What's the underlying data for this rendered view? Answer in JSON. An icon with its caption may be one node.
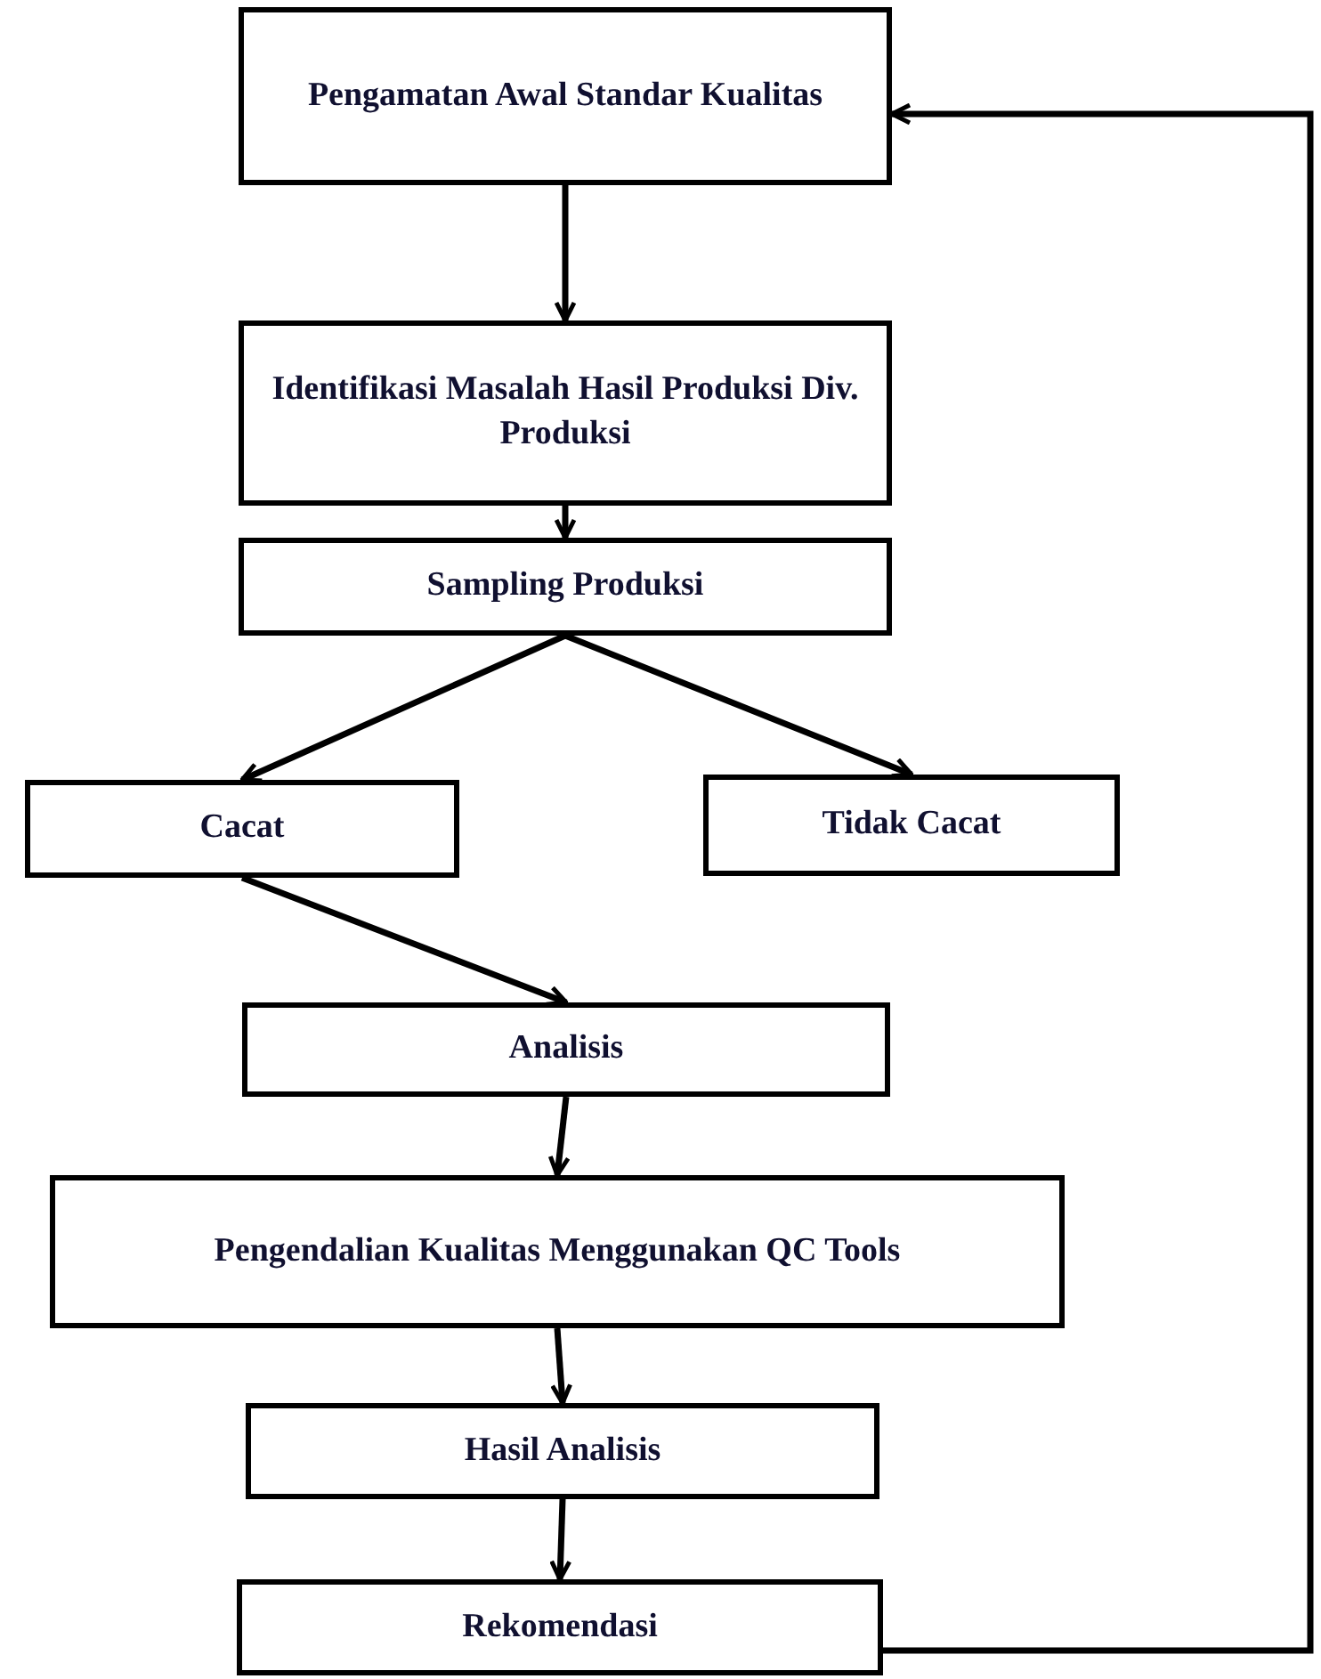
{
  "diagram": {
    "nodes": [
      {
        "text": [
          "Pengamatan Awal Standar Kualitas"
        ]
      },
      {
        "text": [
          "Identifikasi Masalah Hasil Produksi Div. Produksi"
        ]
      },
      {
        "text": [
          "Sampling Produksi"
        ]
      },
      {
        "text": [
          "Cacat"
        ]
      },
      {
        "text": [
          "Tidak Cacat"
        ]
      },
      {
        "text": [
          "Analisis"
        ]
      },
      {
        "text": [
          "Pengendalian Kualitas Menggunakan QC Tools"
        ]
      },
      {
        "text": [
          "Hasil Analisis"
        ]
      },
      {
        "text": [
          "Rekomendasi"
        ]
      }
    ],
    "edges": [
      {
        "from": 0,
        "to": 1,
        "arrow": "to"
      },
      {
        "from": 1,
        "to": 2,
        "arrow": "to"
      },
      {
        "from": 2,
        "to": 3,
        "arrow": "to"
      },
      {
        "from": 2,
        "to": 4,
        "arrow": "to"
      },
      {
        "from": 3,
        "to": 5,
        "arrow": "to"
      },
      {
        "from": 5,
        "to": 6,
        "arrow": "to"
      },
      {
        "from": 6,
        "to": 7,
        "arrow": "to"
      },
      {
        "from": 7,
        "to": 8,
        "arrow": "to"
      },
      {
        "from": 8,
        "to": 0,
        "arrow": "to"
      }
    ]
  }
}
